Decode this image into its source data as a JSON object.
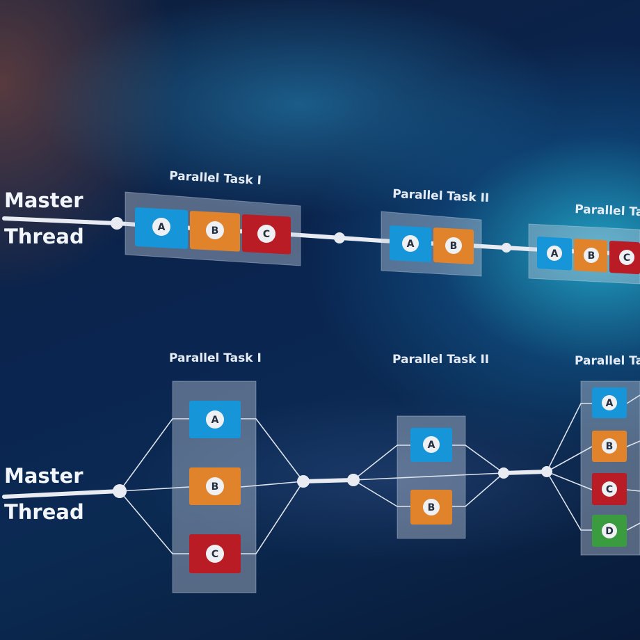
{
  "colors": {
    "A": "#1696d8",
    "B": "#e0832b",
    "C": "#b91c24",
    "D": "#3a9c3e"
  },
  "top_diagram": {
    "master_label_line1": "Master",
    "master_label_line2": "Thread",
    "tasks": [
      {
        "label": "Parallel Task I",
        "boxes": [
          "A",
          "B",
          "C"
        ]
      },
      {
        "label": "Parallel Task II",
        "boxes": [
          "A",
          "B"
        ]
      },
      {
        "label": "Parallel Task II",
        "boxes": [
          "A",
          "B",
          "C"
        ]
      }
    ]
  },
  "bottom_diagram": {
    "master_label_line1": "Master",
    "master_label_line2": "Thread",
    "tasks": [
      {
        "label": "Parallel Task I",
        "boxes": [
          "A",
          "B",
          "C"
        ]
      },
      {
        "label": "Parallel Task II",
        "boxes": [
          "A",
          "B"
        ]
      },
      {
        "label": "Parallel Task II",
        "boxes": [
          "A",
          "B",
          "C",
          "D"
        ]
      }
    ]
  }
}
